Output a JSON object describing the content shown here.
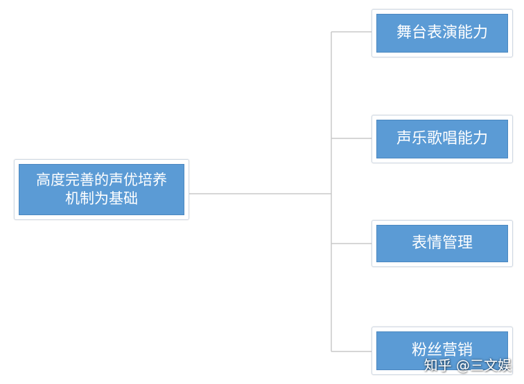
{
  "root": {
    "lines": [
      "高度完善的声优培养",
      "机制为基础"
    ]
  },
  "branches": [
    {
      "label": "舞台表演能力"
    },
    {
      "label": "声乐歌唱能力"
    },
    {
      "label": "表情管理"
    },
    {
      "label": "粉丝营销"
    }
  ],
  "watermark": "知乎 @三文娱",
  "colors": {
    "node_fill": "#5b9bd5",
    "connector": "#c8c8c8"
  }
}
